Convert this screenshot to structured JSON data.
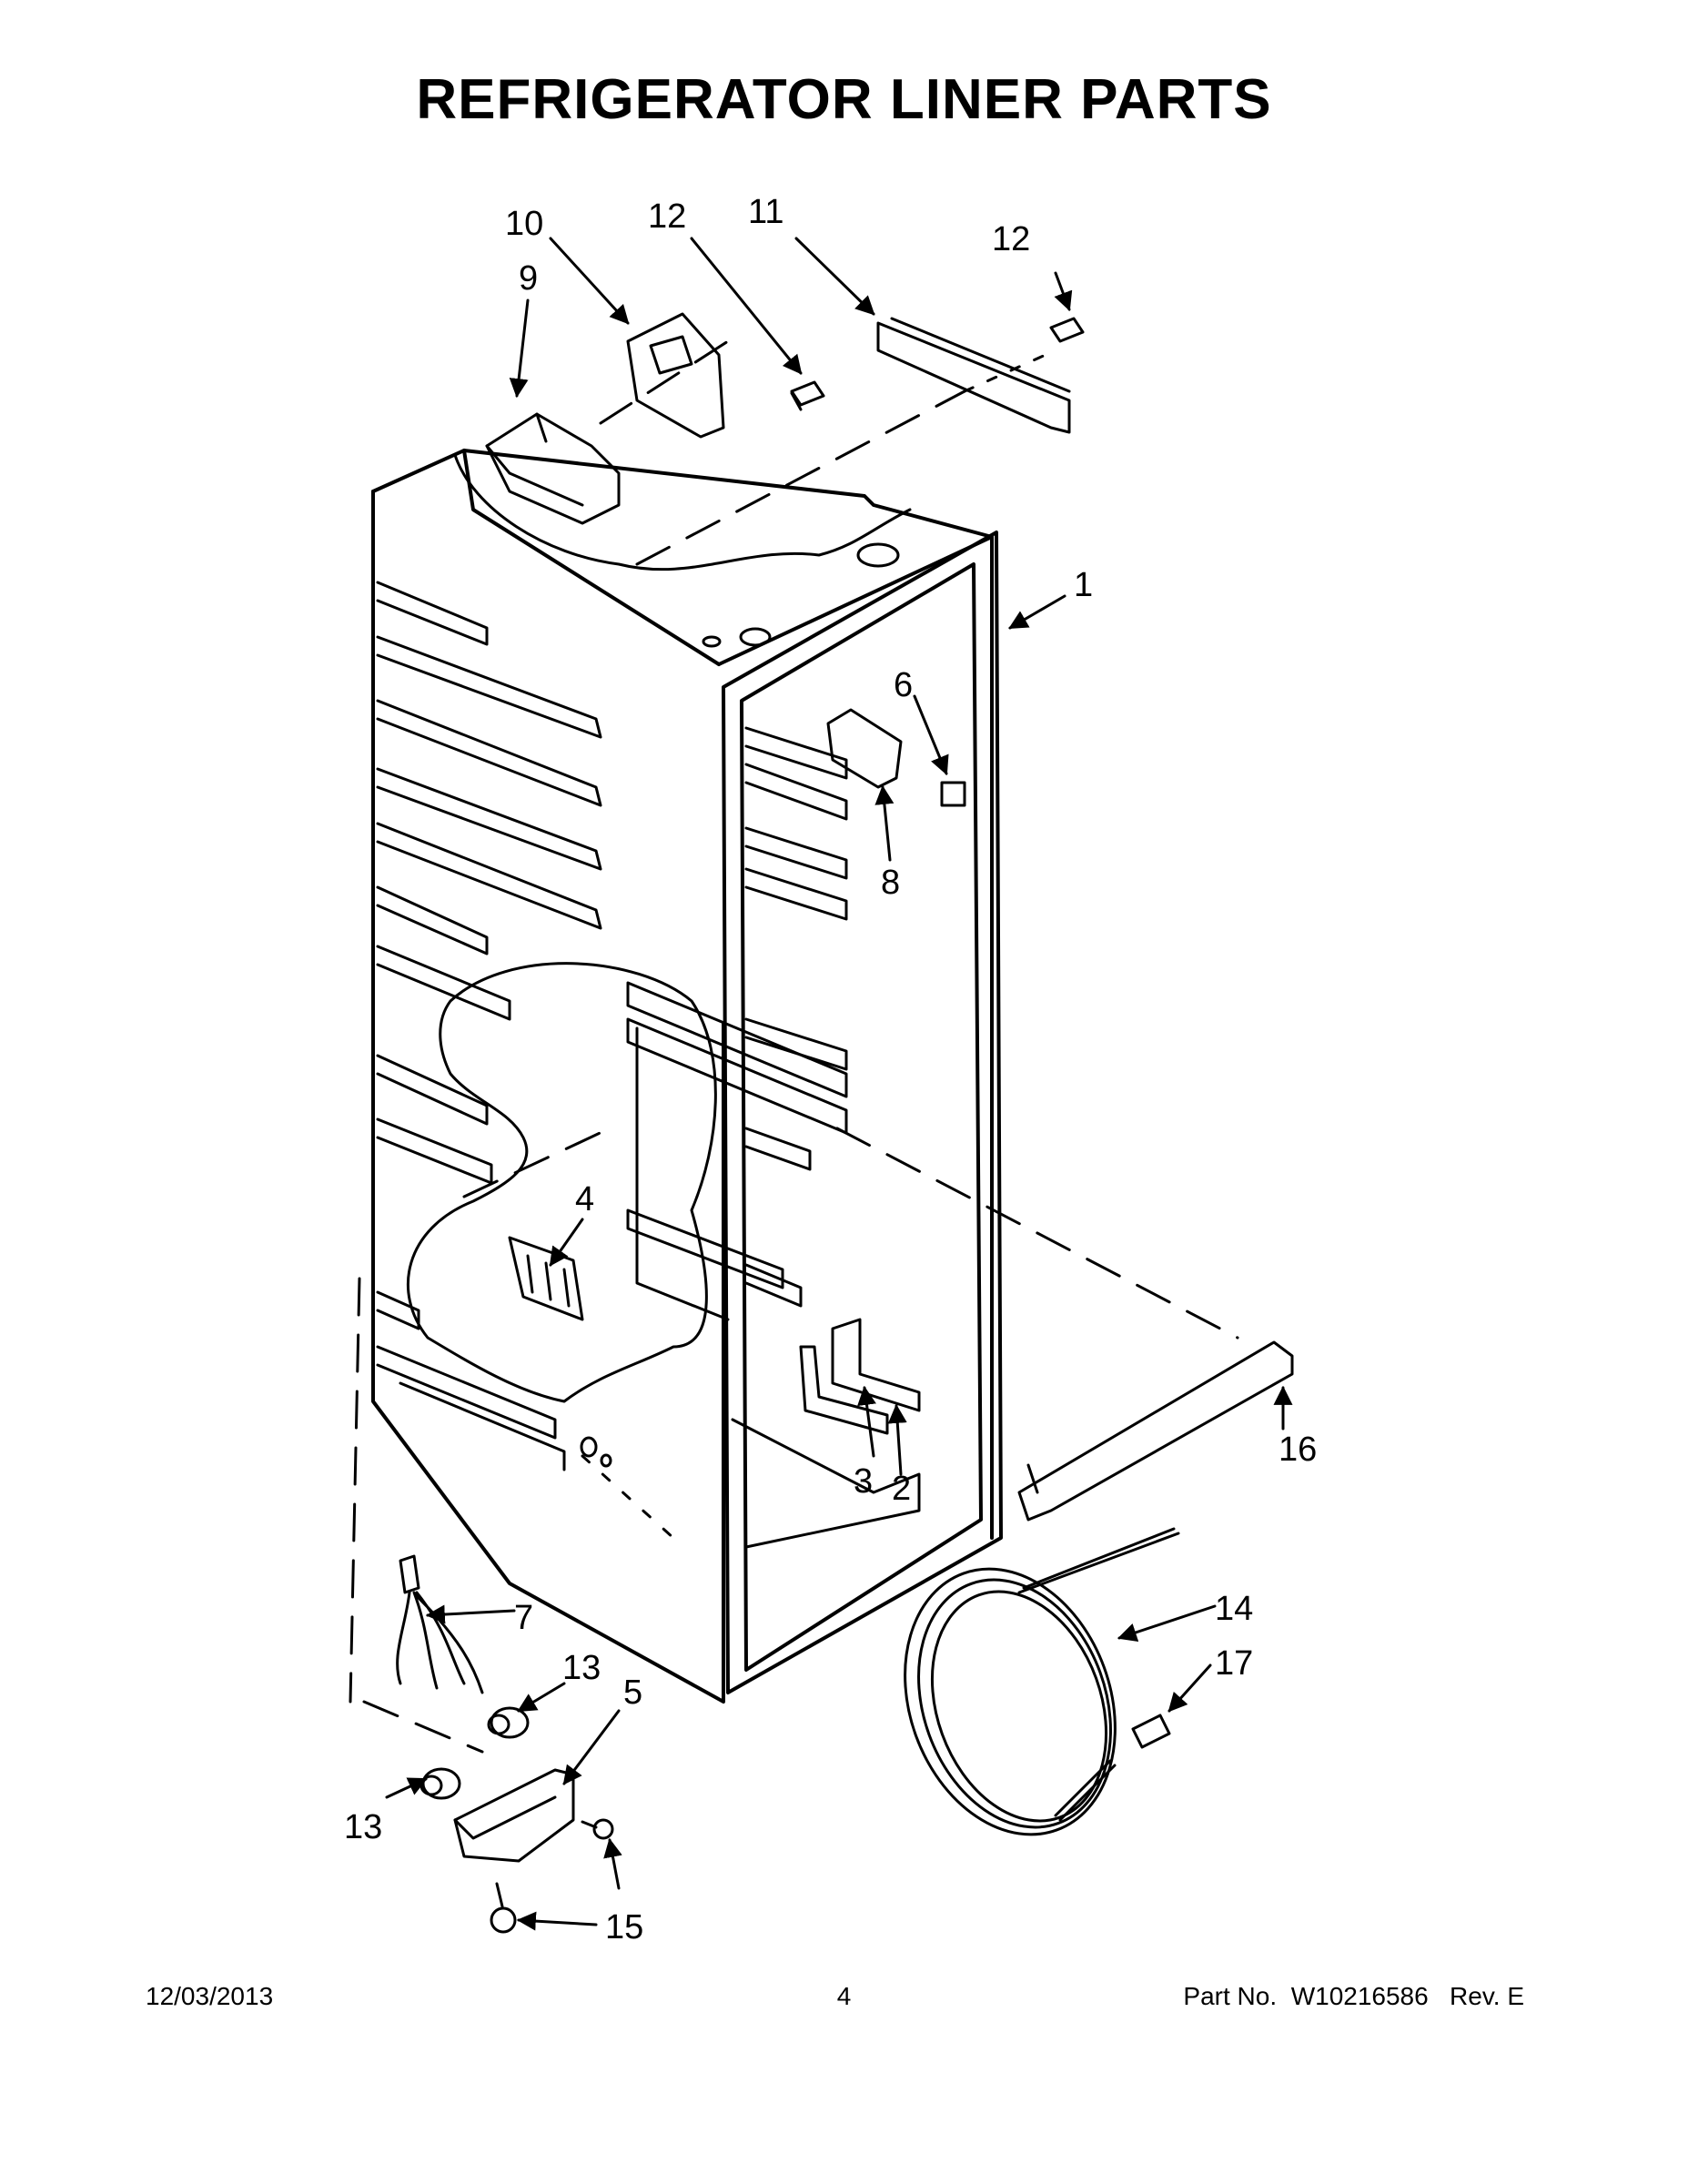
{
  "title": "REFRIGERATOR LINER PARTS",
  "callouts": {
    "c1": "1",
    "c2": "2",
    "c3": "3",
    "c4": "4",
    "c5": "5",
    "c6": "6",
    "c7": "7",
    "c8": "8",
    "c9": "9",
    "c10": "10",
    "c11": "11",
    "c12a": "12",
    "c12b": "12",
    "c13a": "13",
    "c13b": "13",
    "c14": "14",
    "c15": "15",
    "c16": "16",
    "c17": "17"
  },
  "footer": {
    "date": "12/03/2013",
    "page": "4",
    "part_label": "Part No.",
    "part_number": "W10216586",
    "rev": "Rev.  E"
  }
}
